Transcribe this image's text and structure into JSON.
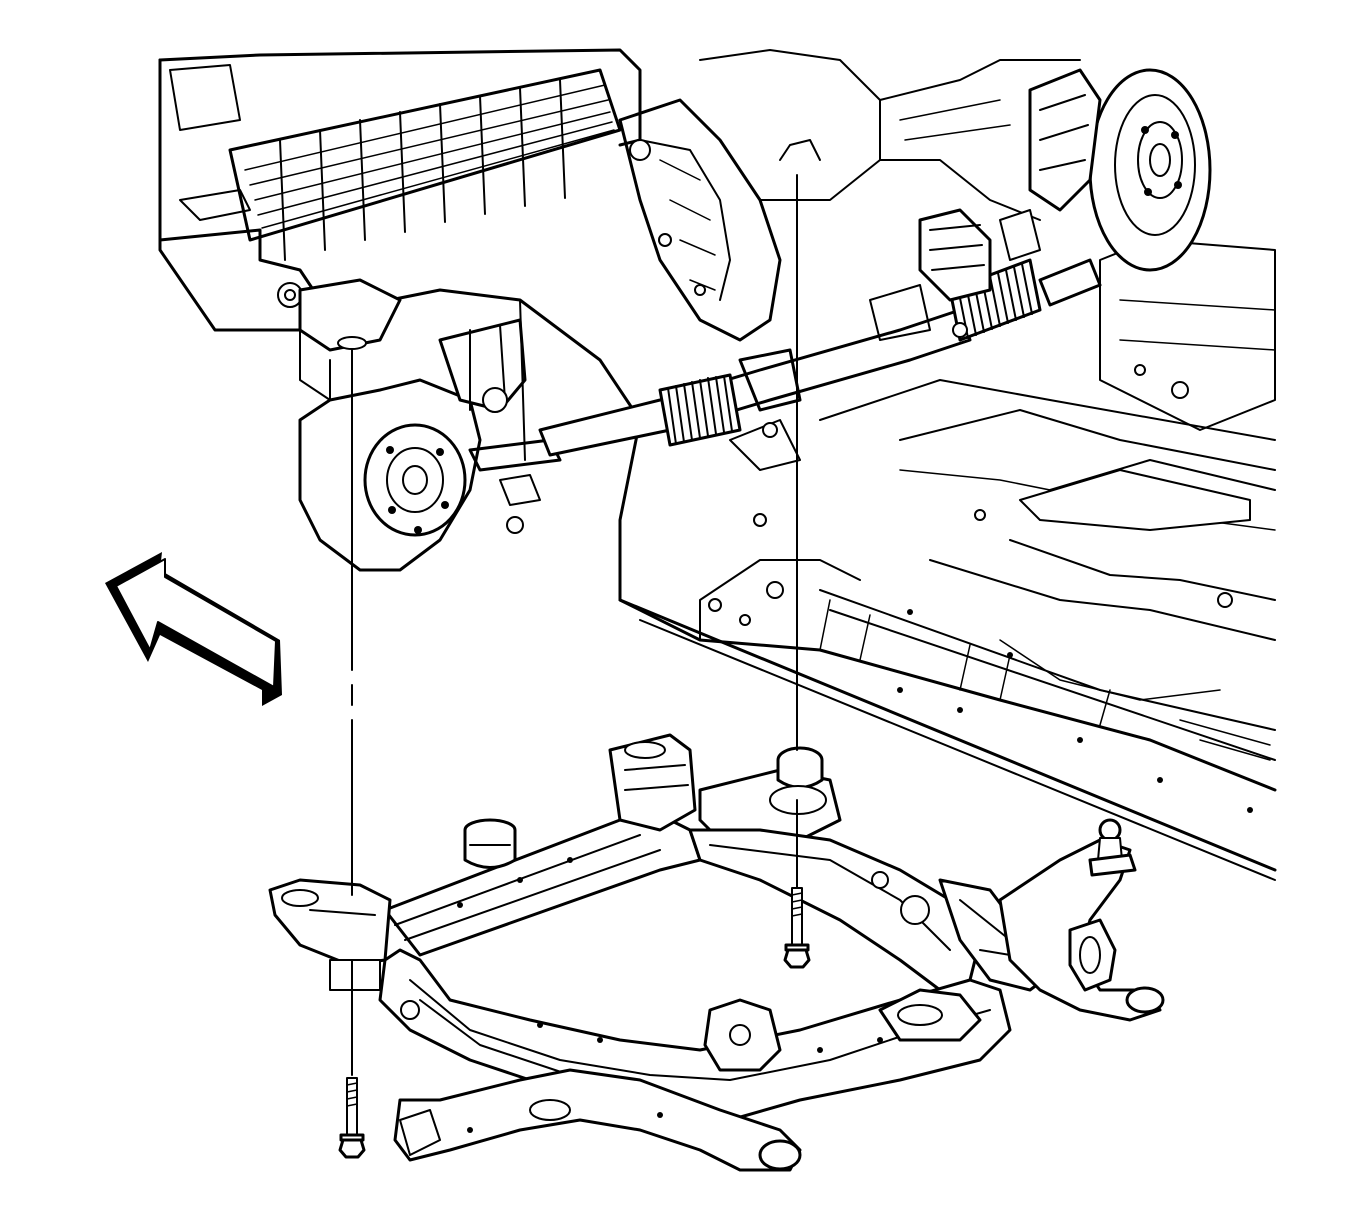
{
  "diagram": {
    "kind": "exploded-view line illustration",
    "colors": {
      "background": "#ffffff",
      "line": "#000000"
    },
    "icons": {
      "direction_arrow": "front-direction-arrow-icon"
    },
    "components": [
      "vehicle-underbody",
      "radiator-condenser",
      "steering-gear",
      "front-subframe",
      "lower-control-arm-left",
      "lower-control-arm-right",
      "rear-subframe-bolt",
      "front-subframe-bolt",
      "left-wheel-hub",
      "right-brake-rotor"
    ]
  }
}
